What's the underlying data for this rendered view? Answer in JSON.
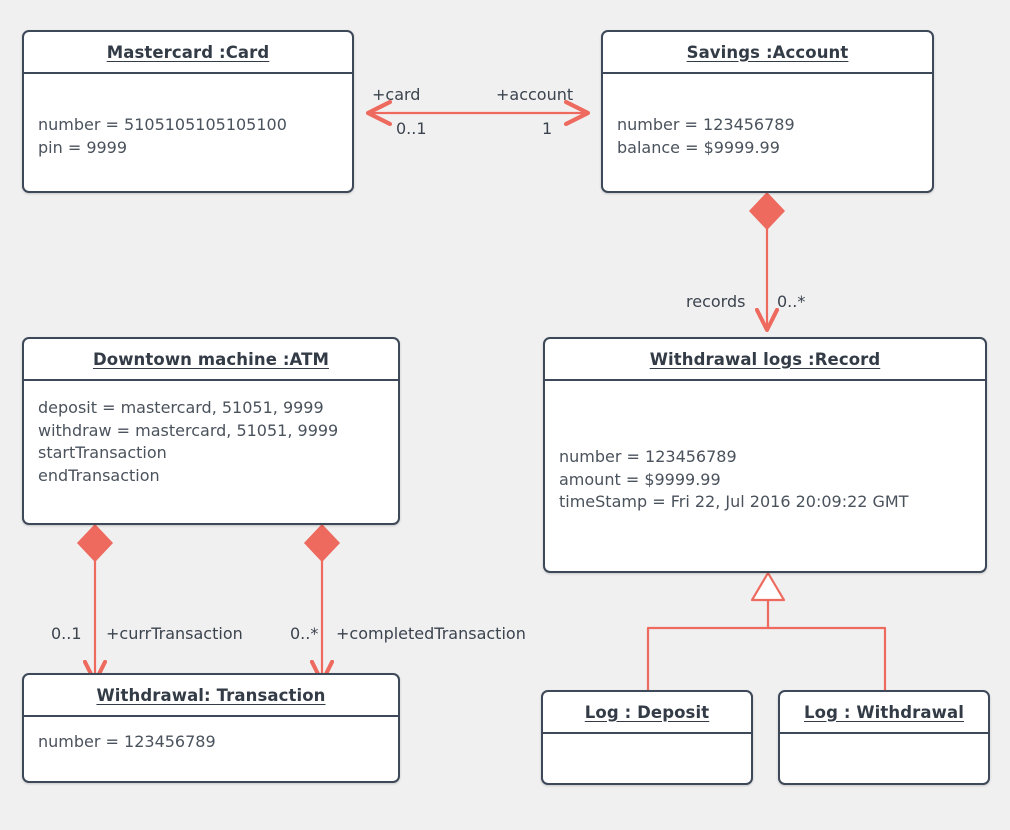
{
  "diagram": {
    "kind": "UML object diagram",
    "background_color": "#f0f0f0",
    "node_border_color": "#3d4858",
    "node_fill_color": "#ffffff",
    "relationship_color": "#ee6a5e",
    "text_color": "#4a525c"
  },
  "nodes": [
    {
      "id": "card",
      "title": "Mastercard :Card",
      "attributes": [
        "number = 5105105105105100",
        "pin = 9999"
      ]
    },
    {
      "id": "account",
      "title": "Savings :Account",
      "attributes": [
        "number = 123456789",
        "balance = $9999.99"
      ]
    },
    {
      "id": "atm",
      "title": "Downtown machine :ATM",
      "attributes": [
        "deposit = mastercard, 51051, 9999",
        "withdraw = mastercard, 51051, 9999",
        "startTransaction",
        "endTransaction"
      ]
    },
    {
      "id": "record",
      "title": "Withdrawal logs :Record",
      "attributes": [
        "number = 123456789",
        "amount = $9999.99",
        "timeStamp = Fri 22, Jul 2016 20:09:22 GMT"
      ]
    },
    {
      "id": "transaction",
      "title": "Withdrawal: Transaction ",
      "attributes": [
        "number = 123456789"
      ]
    },
    {
      "id": "log_deposit",
      "title": "Log : Deposit",
      "attributes": []
    },
    {
      "id": "log_withdrawal",
      "title": "Log : Withdrawal",
      "attributes": []
    }
  ],
  "relationships": [
    {
      "id": "card_account",
      "type": "bidirectional-association",
      "from": "card",
      "to": "account",
      "source_role": "+card",
      "source_multiplicity": "0..1",
      "target_role": "+account",
      "target_multiplicity": "1"
    },
    {
      "id": "account_record",
      "type": "composition",
      "from": "account",
      "to": "record",
      "label": "records",
      "target_multiplicity": "0..*"
    },
    {
      "id": "atm_curr_transaction",
      "type": "composition",
      "from": "atm",
      "to": "transaction",
      "source_multiplicity": "0..1",
      "target_role": "+currTransaction"
    },
    {
      "id": "atm_completed_transaction",
      "type": "composition",
      "from": "atm",
      "to": "transaction",
      "source_multiplicity": "0..*",
      "target_role": "+completedTransaction"
    },
    {
      "id": "record_log_deposit",
      "type": "generalization",
      "from": "log_deposit",
      "to": "record"
    },
    {
      "id": "record_log_withdrawal",
      "type": "generalization",
      "from": "log_withdrawal",
      "to": "record"
    }
  ],
  "labels": {
    "plus_card": "+card",
    "mult_0_1_card": "0..1",
    "plus_account": "+account",
    "mult_1_account": "1",
    "records": "records",
    "mult_0_star_records": "0..*",
    "mult_0_1_curr": "0..1",
    "plus_curr_transaction": "+currTransaction",
    "mult_0_star_completed": "0..*",
    "plus_completed_transaction": "+completedTransaction"
  }
}
